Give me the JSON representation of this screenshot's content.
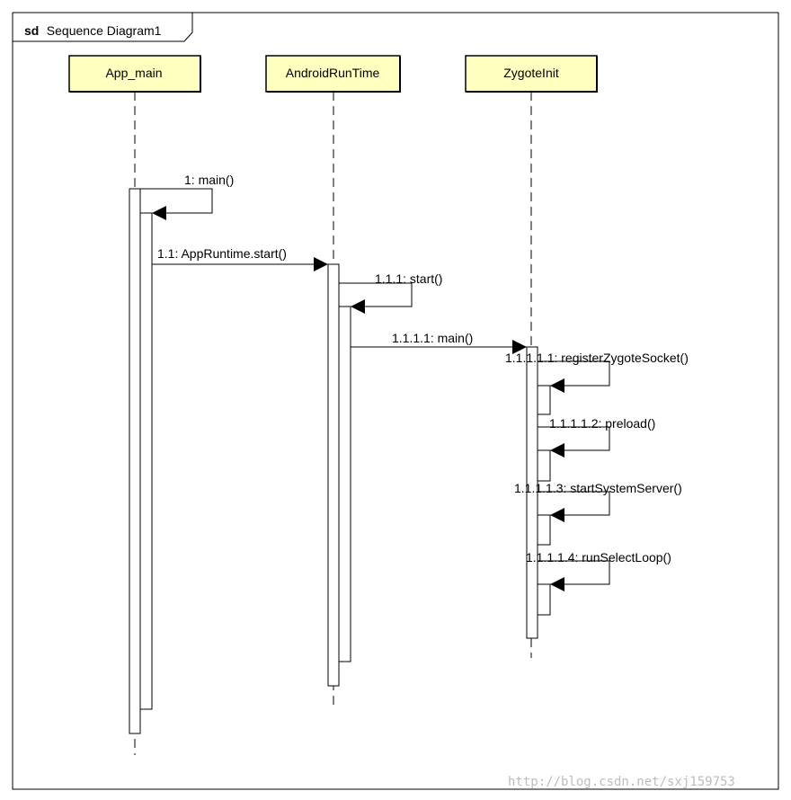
{
  "frame": {
    "keyword": "sd",
    "name": "Sequence Diagram1"
  },
  "colors": {
    "lifeline_fill": "#ffffc0",
    "line": "#000000",
    "watermark": "#bdbdbd"
  },
  "lifelines": [
    {
      "id": "app-main",
      "label": "App_main"
    },
    {
      "id": "android-runtime",
      "label": "AndroidRunTime"
    },
    {
      "id": "zygote-init",
      "label": "ZygoteInit"
    }
  ],
  "messages": [
    {
      "id": "m1",
      "label": "1: main()"
    },
    {
      "id": "m1-1",
      "label": "1.1: AppRuntime.start()"
    },
    {
      "id": "m1-1-1",
      "label": "1.1.1: start()"
    },
    {
      "id": "m1-1-1-1",
      "label": "1.1.1.1: main()"
    },
    {
      "id": "m1-1-1-1-1",
      "label": "1.1.1.1.1: registerZygoteSocket()"
    },
    {
      "id": "m1-1-1-1-2",
      "label": "1.1.1.1.2: preload()"
    },
    {
      "id": "m1-1-1-1-3",
      "label": "1.1.1.1.3: startSystemServer()"
    },
    {
      "id": "m1-1-1-1-4",
      "label": "1.1.1.1.4: runSelectLoop()"
    }
  ],
  "watermark": "http://blog.csdn.net/sxj159753"
}
